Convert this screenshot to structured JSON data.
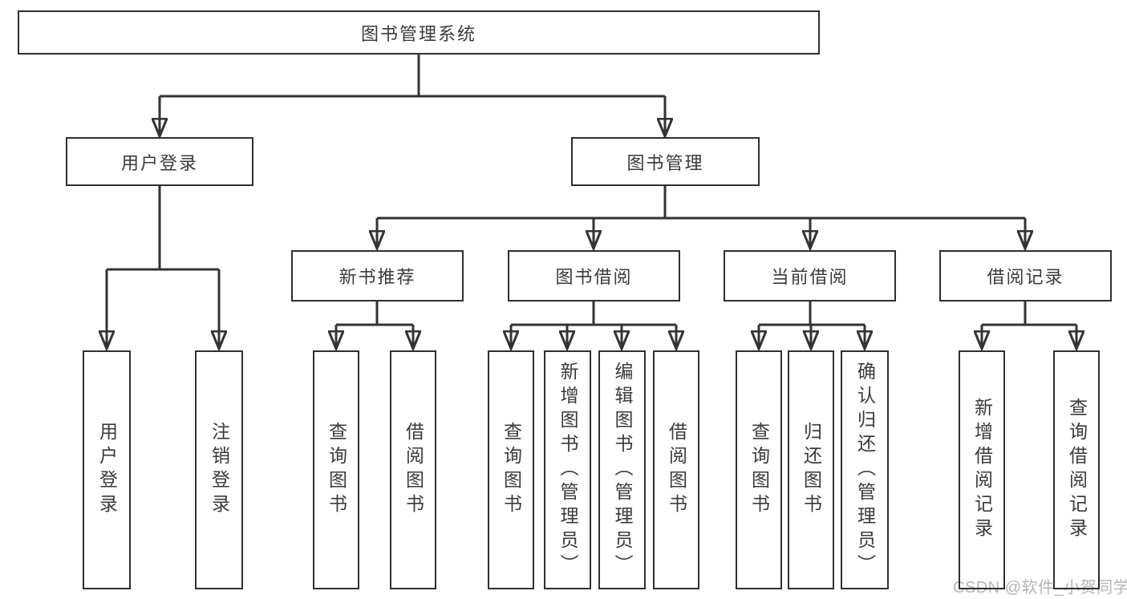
{
  "tree": {
    "label": "图书管理系统",
    "children": [
      {
        "label": "用户登录",
        "children": [
          {
            "label": "用户登录"
          },
          {
            "label": "注销登录"
          }
        ]
      },
      {
        "label": "图书管理",
        "children": [
          {
            "label": "新书推荐",
            "children": [
              {
                "label": "查询图书"
              },
              {
                "label": "借阅图书"
              }
            ]
          },
          {
            "label": "图书借阅",
            "children": [
              {
                "label": "查询图书"
              },
              {
                "label": "新增图书（管理员）"
              },
              {
                "label": "编辑图书（管理员）"
              },
              {
                "label": "借阅图书"
              }
            ]
          },
          {
            "label": "当前借阅",
            "children": [
              {
                "label": "查询图书"
              },
              {
                "label": "归还图书"
              },
              {
                "label": "确认归还（管理员）"
              }
            ]
          },
          {
            "label": "借阅记录",
            "children": [
              {
                "label": "新增借阅记录"
              },
              {
                "label": "查询借阅记录"
              }
            ]
          }
        ]
      }
    ]
  },
  "watermark": {
    "text": "CSDN @软件_小贺同学"
  },
  "colors": {
    "line": "#333333",
    "box_border": "#2f2f2f",
    "text": "#3a3a3a",
    "watermark": "#b5b5b5",
    "background": "#ffffff"
  }
}
